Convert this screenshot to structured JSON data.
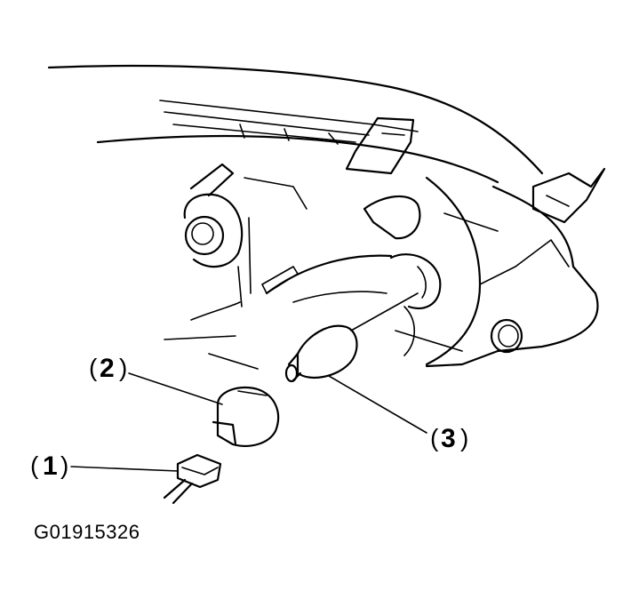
{
  "callouts": [
    {
      "id": "1",
      "label": "1"
    },
    {
      "id": "2",
      "label": "2"
    },
    {
      "id": "3",
      "label": "3"
    }
  ],
  "figure_code": "G01915326"
}
